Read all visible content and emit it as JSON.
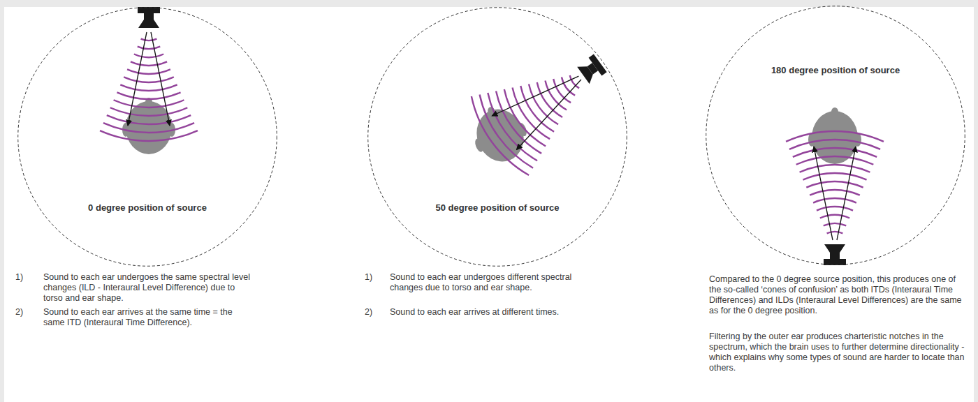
{
  "diagram": {
    "nodes": [
      {
        "text": [
          "0 degree position of source"
        ]
      },
      {
        "text": [
          "50 degree position of source"
        ]
      },
      {
        "text": [
          "180 degree position of source"
        ]
      }
    ],
    "labels": [
      "1)",
      "Sound to each ear undergoes the same spectral level changes (ILD - Interaural Level Difference) due to torso and ear shape.",
      "2)",
      "Sound to each ear arrives at the same time = the same ITD (Interaural Time Difference).",
      "1)",
      "Sound to each ear undergoes different spectral changes due to torso and ear shape.",
      "2)",
      "Sound to each ear arrives at different times.",
      "Compared to the 0 degree source position, this produces one of the so-called ‘cones of confusion’ as both ITDs (Interaural Time Differences) and ILDs (Interaural Level Differences) are the same as for the 0 degree position.",
      "Filtering by the outer ear produces charteristic notches in the spectrum, which the brain uses to further determine directionality - which explains why some types of sound are harder to locate than others."
    ]
  }
}
